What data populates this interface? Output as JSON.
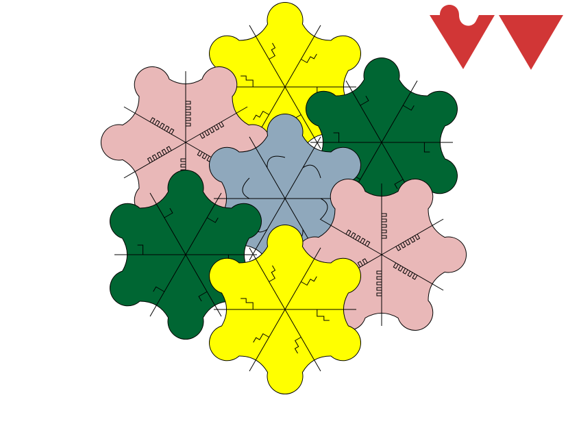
{
  "colors": {
    "background": "#ffffff",
    "outline": "#000000",
    "yellow": "#ffff00",
    "pink": "#e9b8b8",
    "green": "#006633",
    "blue": "#8fa8bc",
    "red": "#d13636"
  },
  "tessellation": {
    "pieces": [
      {
        "name": "top-yellow-flower",
        "color": "yellow",
        "edge_style": "key"
      },
      {
        "name": "left-pink-flower",
        "color": "pink",
        "edge_style": "comb"
      },
      {
        "name": "right-green-flower",
        "color": "green",
        "edge_style": "step"
      },
      {
        "name": "center-blue-flower",
        "color": "blue",
        "edge_style": "curve"
      },
      {
        "name": "left-green-flower",
        "color": "green",
        "edge_style": "step"
      },
      {
        "name": "right-pink-flower",
        "color": "pink",
        "edge_style": "comb"
      },
      {
        "name": "bottom-yellow-flower",
        "color": "yellow",
        "edge_style": "key"
      }
    ]
  },
  "prototiles": [
    {
      "name": "notched-triangle-tile",
      "color": "red"
    },
    {
      "name": "plain-triangle-tile",
      "color": "red"
    }
  ]
}
